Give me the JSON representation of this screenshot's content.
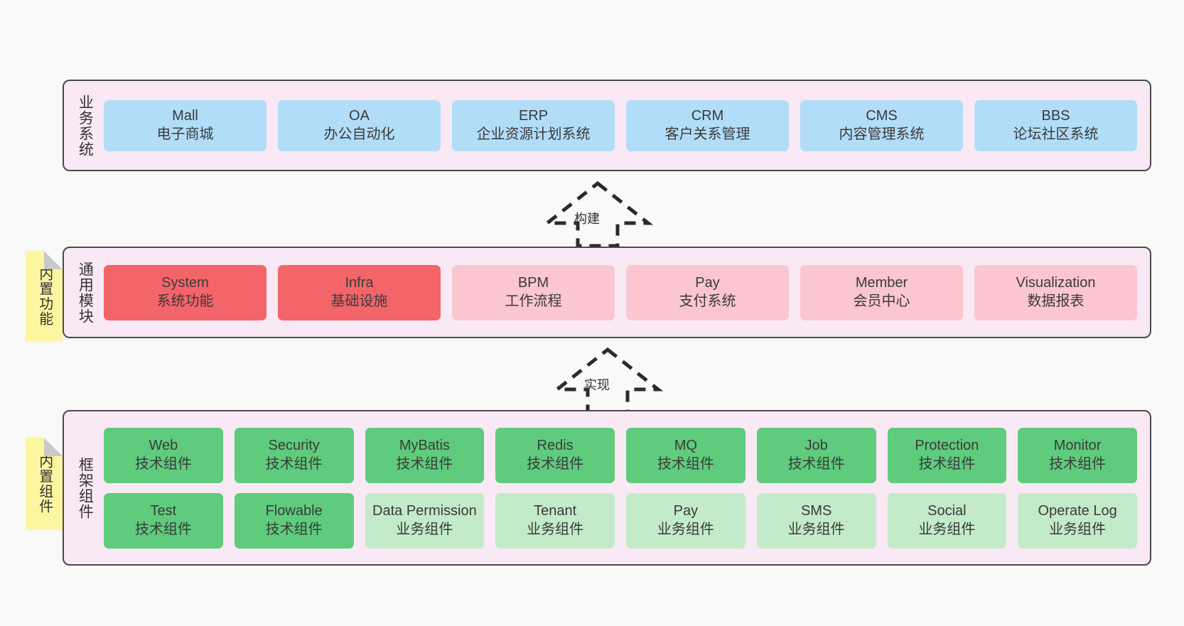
{
  "colors": {
    "page_background": "#f9f9f8",
    "layer_background": "#f9e9f4",
    "layer_border": "#4a4a4a",
    "note_background": "#fcf6a0",
    "business_card": "#b2ddf8",
    "common_core_card": "#f4656a",
    "common_card": "#fbc6cf",
    "framework_tech_card": "#5fcb7d",
    "framework_biz_card": "#c3ebc9"
  },
  "layers": [
    {
      "id": "business",
      "title": "业务系统",
      "rows": [
        {
          "cards": [
            {
              "en": "Mall",
              "cn": "电子商城",
              "style": "c-blue"
            },
            {
              "en": "OA",
              "cn": "办公自动化",
              "style": "c-blue"
            },
            {
              "en": "ERP",
              "cn": "企业资源计划系统",
              "style": "c-blue"
            },
            {
              "en": "CRM",
              "cn": "客户关系管理",
              "style": "c-blue"
            },
            {
              "en": "CMS",
              "cn": "内容管理系统",
              "style": "c-blue"
            },
            {
              "en": "BBS",
              "cn": "论坛社区系统",
              "style": "c-blue"
            }
          ]
        }
      ]
    },
    {
      "id": "common",
      "title": "通用模块",
      "note": "内置功能",
      "rows": [
        {
          "cards": [
            {
              "en": "System",
              "cn": "系统功能",
              "style": "c-red"
            },
            {
              "en": "Infra",
              "cn": "基础设施",
              "style": "c-red"
            },
            {
              "en": "BPM",
              "cn": "工作流程",
              "style": "c-pink"
            },
            {
              "en": "Pay",
              "cn": "支付系统",
              "style": "c-pink"
            },
            {
              "en": "Member",
              "cn": "会员中心",
              "style": "c-pink"
            },
            {
              "en": "Visualization",
              "cn": "数据报表",
              "style": "c-pink"
            }
          ]
        }
      ]
    },
    {
      "id": "framework",
      "title": "框架组件",
      "note": "内置组件",
      "rows": [
        {
          "cards": [
            {
              "en": "Web",
              "cn": "技术组件",
              "style": "c-green"
            },
            {
              "en": "Security",
              "cn": "技术组件",
              "style": "c-green"
            },
            {
              "en": "MyBatis",
              "cn": "技术组件",
              "style": "c-green"
            },
            {
              "en": "Redis",
              "cn": "技术组件",
              "style": "c-green"
            },
            {
              "en": "MQ",
              "cn": "技术组件",
              "style": "c-green"
            },
            {
              "en": "Job",
              "cn": "技术组件",
              "style": "c-green"
            },
            {
              "en": "Protection",
              "cn": "技术组件",
              "style": "c-green"
            },
            {
              "en": "Monitor",
              "cn": "技术组件",
              "style": "c-green"
            }
          ]
        },
        {
          "cards": [
            {
              "en": "Test",
              "cn": "技术组件",
              "style": "c-green"
            },
            {
              "en": "Flowable",
              "cn": "技术组件",
              "style": "c-green"
            },
            {
              "en": "Data Permission",
              "cn": "业务组件",
              "style": "c-lightgreen"
            },
            {
              "en": "Tenant",
              "cn": "业务组件",
              "style": "c-lightgreen"
            },
            {
              "en": "Pay",
              "cn": "业务组件",
              "style": "c-lightgreen"
            },
            {
              "en": "SMS",
              "cn": "业务组件",
              "style": "c-lightgreen"
            },
            {
              "en": "Social",
              "cn": "业务组件",
              "style": "c-lightgreen"
            },
            {
              "en": "Operate Log",
              "cn": "业务组件",
              "style": "c-lightgreen"
            }
          ]
        }
      ]
    }
  ],
  "arrows": [
    {
      "id": "build",
      "label": "构建"
    },
    {
      "id": "impl",
      "label": "实现"
    }
  ]
}
